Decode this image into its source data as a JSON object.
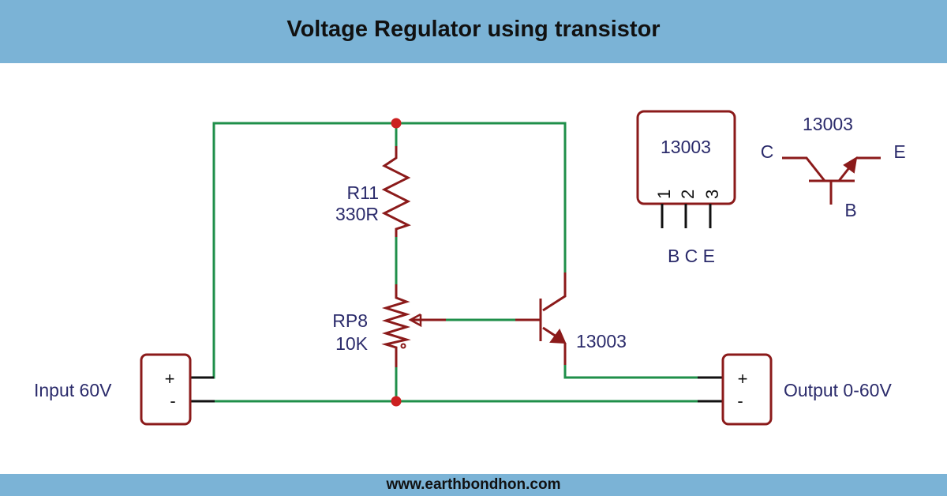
{
  "header": {
    "title": "Voltage Regulator using transistor"
  },
  "footer": {
    "website": "www.earthbondhon.com"
  },
  "colors": {
    "banner": "#7bb3d6",
    "wire": "#1f8f4a",
    "component": "#8b1a1a",
    "junction": "#cc2020",
    "label": "#2b2b6b"
  },
  "components": {
    "resistor": {
      "ref": "R11",
      "value": "330R"
    },
    "potentiometer": {
      "ref": "RP8",
      "value": "10K"
    },
    "transistor": {
      "part": "13003"
    },
    "input_connector": {
      "label": "Input 60V",
      "plus": "+",
      "minus": "-"
    },
    "output_connector": {
      "label": "Output 0-60V",
      "plus": "+",
      "minus": "-"
    }
  },
  "pinout": {
    "package_label": "13003",
    "pin_numbers": [
      "1",
      "2",
      "3"
    ],
    "pin_names": "B C E",
    "symbol_label": "13003",
    "symbol_pins": {
      "collector": "C",
      "emitter": "E",
      "base": "B"
    }
  }
}
